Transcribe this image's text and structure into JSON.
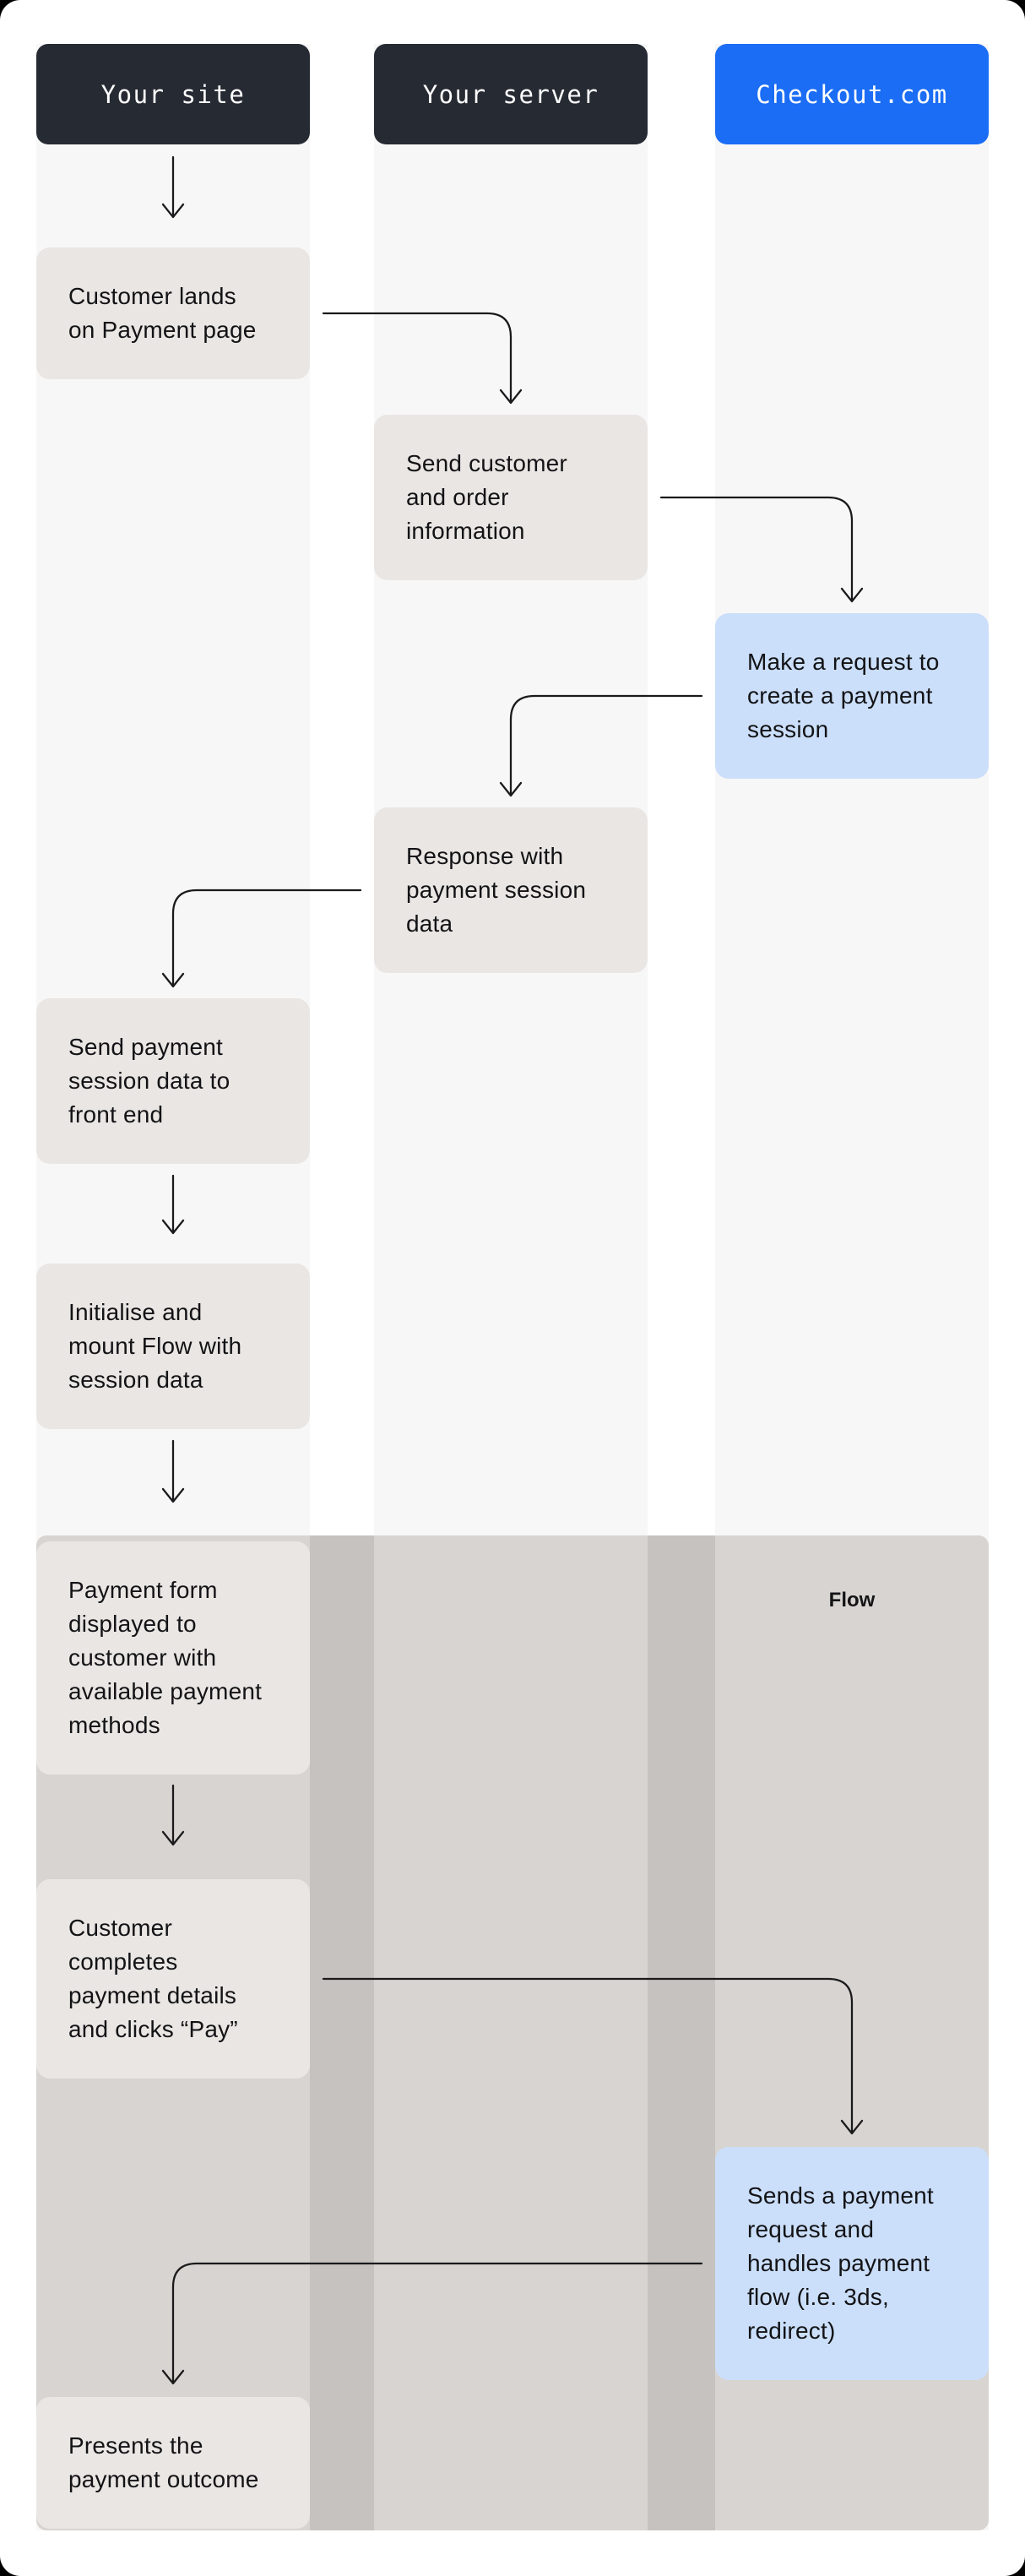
{
  "columns": [
    {
      "id": "your-site",
      "label": "Your site"
    },
    {
      "id": "your-server",
      "label": "Your server"
    },
    {
      "id": "checkout",
      "label": "Checkout.com"
    }
  ],
  "flow_region": {
    "label": "Flow"
  },
  "nodes": [
    {
      "id": "lands",
      "column": "your-site",
      "variant": "gray",
      "text": "Customer lands\non Payment page"
    },
    {
      "id": "send-info",
      "column": "your-server",
      "variant": "gray",
      "text": "Send customer\nand order\ninformation"
    },
    {
      "id": "create-session",
      "column": "checkout",
      "variant": "blue",
      "text": "Make a request to\ncreate a payment\nsession"
    },
    {
      "id": "response-session-data",
      "column": "your-server",
      "variant": "gray",
      "text": "Response with\npayment session\ndata"
    },
    {
      "id": "send-session-frontend",
      "column": "your-site",
      "variant": "gray",
      "text": "Send payment\nsession data to\nfront end"
    },
    {
      "id": "init-mount-flow",
      "column": "your-site",
      "variant": "gray",
      "text": "Initialise and\nmount Flow with\nsession data"
    },
    {
      "id": "payment-form",
      "column": "your-site",
      "variant": "gray",
      "text": "Payment form\ndisplayed to\ncustomer with\navailable payment\nmethods"
    },
    {
      "id": "completes-pay",
      "column": "your-site",
      "variant": "gray",
      "text": "Customer\ncompletes\npayment details\nand clicks “Pay”"
    },
    {
      "id": "sends-request",
      "column": "checkout",
      "variant": "blue",
      "text": "Sends a payment\nrequest and\nhandles payment\nflow (i.e. 3ds,\nredirect)"
    },
    {
      "id": "presents-outcome",
      "column": "your-site",
      "variant": "gray",
      "text": "Presents the\npayment outcome"
    }
  ],
  "edges": [
    {
      "from": "your-site-header",
      "to": "lands"
    },
    {
      "from": "lands",
      "to": "send-info"
    },
    {
      "from": "send-info",
      "to": "create-session"
    },
    {
      "from": "create-session",
      "to": "response-session-data"
    },
    {
      "from": "response-session-data",
      "to": "send-session-frontend"
    },
    {
      "from": "send-session-frontend",
      "to": "init-mount-flow"
    },
    {
      "from": "init-mount-flow",
      "to": "payment-form"
    },
    {
      "from": "payment-form",
      "to": "completes-pay"
    },
    {
      "from": "completes-pay",
      "to": "sends-request"
    },
    {
      "from": "sends-request",
      "to": "presents-outcome"
    }
  ],
  "colors": {
    "header_dark": "#262A33",
    "header_blue": "#1B6DF5",
    "node_gray": "#E9E6E3",
    "node_blue": "#CBDFFA",
    "column_strip": "#F8F7F7",
    "flow_overlay": "#D8D4D1",
    "flow_gap_band": "#C6C2BF",
    "text": "#131316",
    "arrow": "#1A1A1C"
  }
}
